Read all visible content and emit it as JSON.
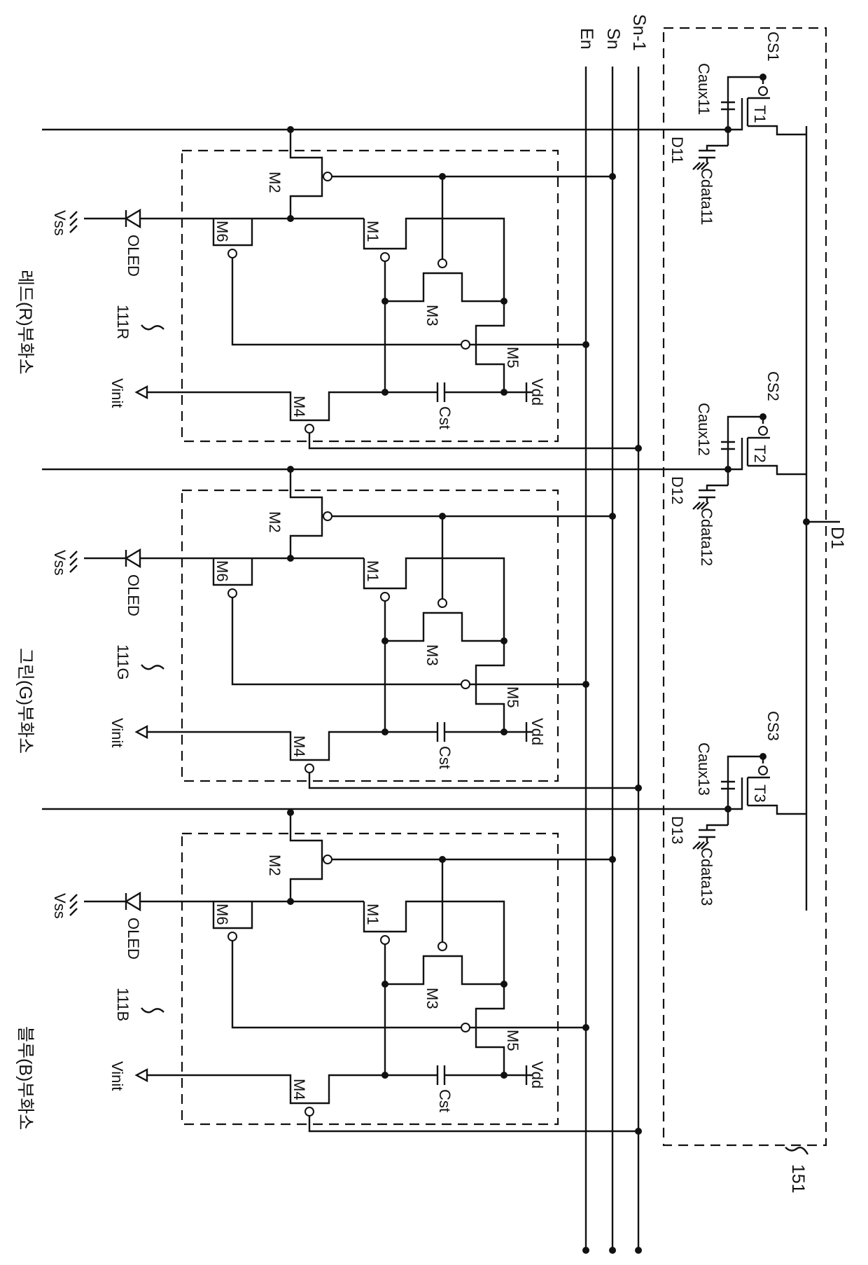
{
  "diagram": {
    "signals": {
      "sn1": "Sn-1",
      "sn": "Sn",
      "en": "En"
    },
    "transfer_block": {
      "ref": "151",
      "data_line": "D1",
      "stages": [
        {
          "cs": "CS1",
          "caux": "Caux11",
          "t": "T1",
          "dline": "D11",
          "cdata": "Cdata11"
        },
        {
          "cs": "CS2",
          "caux": "Caux12",
          "t": "T2",
          "dline": "D12",
          "cdata": "Cdata12"
        },
        {
          "cs": "CS3",
          "caux": "Caux13",
          "t": "T3",
          "dline": "D13",
          "cdata": "Cdata13"
        }
      ]
    },
    "pixel_labels": {
      "m1": "M1",
      "m2": "M2",
      "m3": "M3",
      "m4": "M4",
      "m5": "M5",
      "m6": "M6",
      "cst": "Cst",
      "vdd": "Vdd",
      "vinit": "Vinit",
      "vss": "Vss",
      "oled": "OLED"
    },
    "subpixels": [
      {
        "ref": "111R",
        "caption": "레드(R)부화소"
      },
      {
        "ref": "111G",
        "caption": "그린(G)부화소"
      },
      {
        "ref": "111B",
        "caption": "블루(B)부화소"
      }
    ]
  }
}
